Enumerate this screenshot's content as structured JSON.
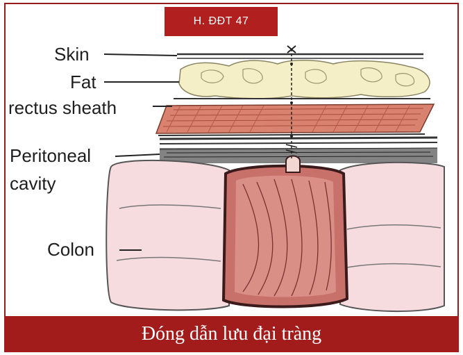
{
  "figure_label": "H. ĐĐT 47",
  "labels": {
    "skin": "Skin",
    "fat": "Fat",
    "rectus_sheath": "rectus sheath",
    "peritoneal_line1": "Peritoneal",
    "peritoneal_line2": "cavity",
    "colon": "Colon"
  },
  "caption": "Đóng dẫn lưu đại tràng",
  "colors": {
    "accent_red": "#b11f1f",
    "fat_yellow": "#f4efc6",
    "muscle_red": "#d9826f",
    "colon_pink": "#f6dcdf",
    "colon_stoma": "#c8706a"
  }
}
